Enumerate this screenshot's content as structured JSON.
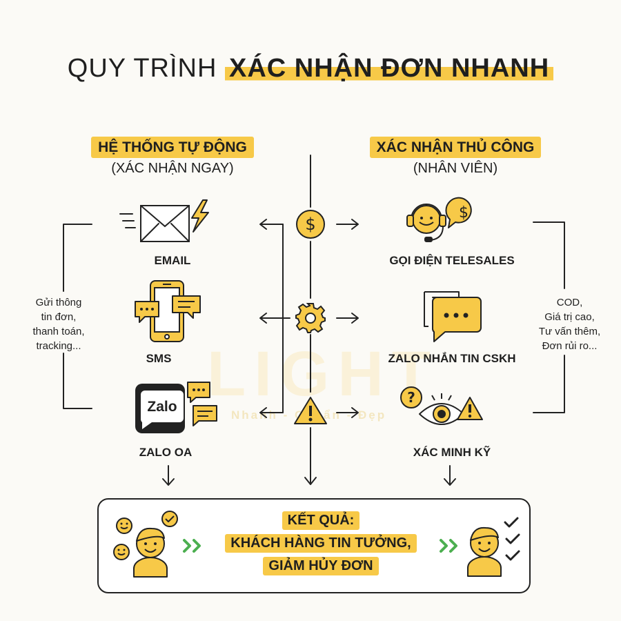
{
  "title": {
    "prefix": "QUY TRÌNH",
    "highlight": "XÁC NHẬN ĐƠN NHANH"
  },
  "left": {
    "heading": "HỆ THỐNG TỰ ĐỘNG",
    "sub": "(XÁC NHẬN NGAY)",
    "items": [
      {
        "label": "EMAIL",
        "icon": "email-lightning-icon"
      },
      {
        "label": "SMS",
        "icon": "phone-chat-icon"
      },
      {
        "label": "ZALO OA",
        "icon": "zalo-icon"
      }
    ],
    "note": [
      "Gửi thông",
      "tin đơn,",
      "thanh toán,",
      "tracking..."
    ],
    "zalo_logo_text": "Zalo"
  },
  "right": {
    "heading": "XÁC NHẬN THỦ CÔNG",
    "sub": "(NHÂN VIÊN)",
    "items": [
      {
        "label": "GỌI ĐIỆN TELESALES",
        "icon": "headset-agent-icon"
      },
      {
        "label": "ZALO NHẮN TIN CSKH",
        "icon": "chat-bubble-icon"
      },
      {
        "label": "XÁC MINH KỸ",
        "icon": "eye-question-icon"
      }
    ],
    "note": [
      "COD,",
      "Giá trị cao,",
      "Tư vấn thêm,",
      "Đơn rủi ro..."
    ]
  },
  "center": {
    "icons": [
      "dollar-coin-icon",
      "gear-icon",
      "warning-icon"
    ]
  },
  "result": {
    "heading": "KẾT QUẢ:",
    "line1": "KHÁCH HÀNG TIN TƯỞNG,",
    "line2": "GIẢM HỦY ĐƠN"
  },
  "watermark": {
    "brand": "LIGHT",
    "tagline": "Nhanh - Chuẩn - Đẹp"
  },
  "colors": {
    "accent": "#f7c948",
    "ink": "#222222",
    "green": "#4caf50"
  }
}
